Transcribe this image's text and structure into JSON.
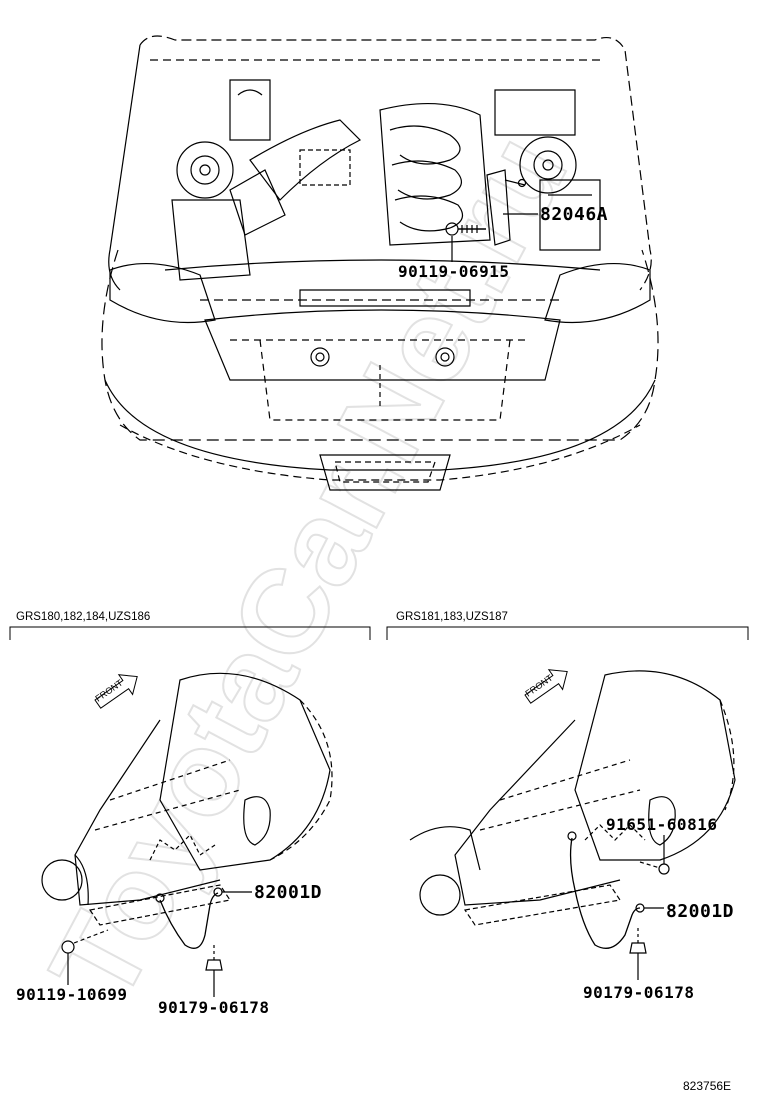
{
  "watermark": "ToyotaCar.Net.ru",
  "engine_bay": {
    "labels": {
      "main_part": "82046A",
      "bolt": "90119-06915"
    }
  },
  "left_panel": {
    "models": "GRS180,182,184,UZS186",
    "front_label": "FRONT",
    "labels": {
      "cable": "82001D",
      "bolt": "90119-10699",
      "nut": "90179-06178"
    }
  },
  "right_panel": {
    "models": "GRS181,183,UZS187",
    "front_label": "FRONT",
    "labels": {
      "clip": "91651-60816",
      "cable": "82001D",
      "nut": "90179-06178"
    }
  },
  "diagram_code": "823756E"
}
